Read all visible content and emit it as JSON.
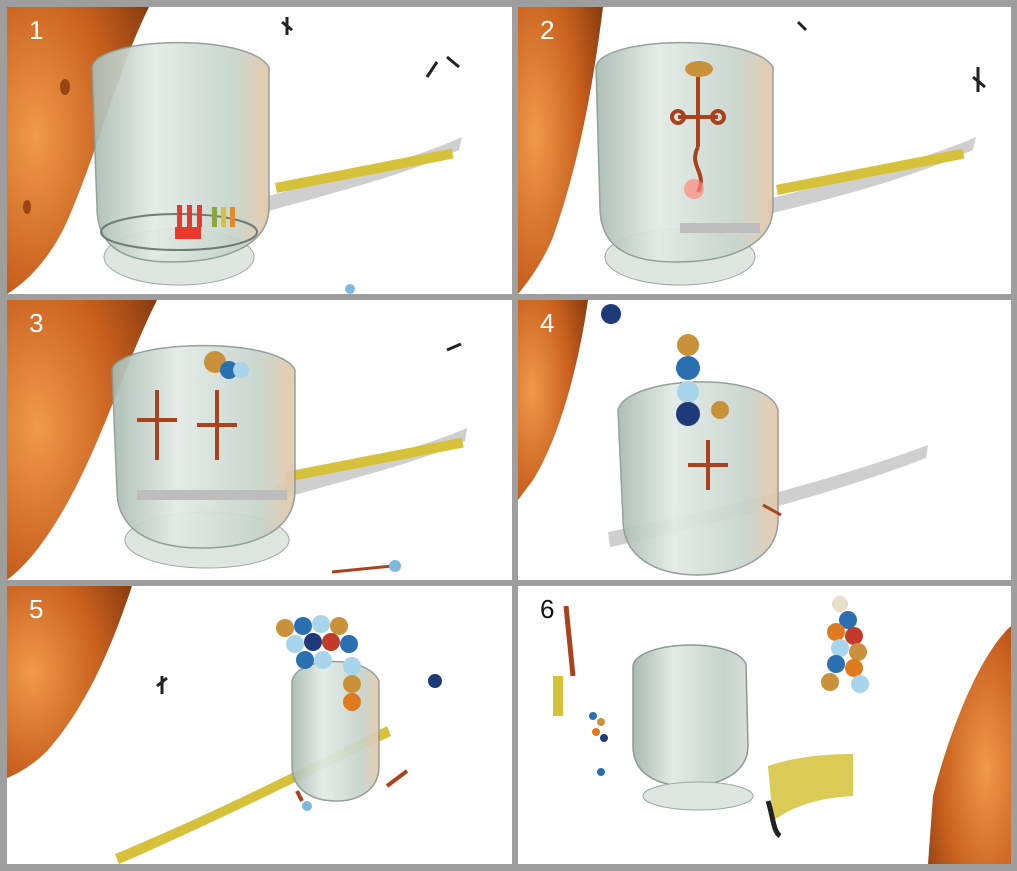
{
  "figure": {
    "panels": [
      {
        "label": "1",
        "label_color": "#ffffff"
      },
      {
        "label": "2",
        "label_color": "#ffffff"
      },
      {
        "label": "3",
        "label_color": "#ffffff"
      },
      {
        "label": "4",
        "label_color": "#ffffff"
      },
      {
        "label": "5",
        "label_color": "#ffffff"
      },
      {
        "label": "6",
        "label_color": "#111111"
      }
    ]
  },
  "colors": {
    "cell": "#c8601e",
    "cell_light": "#e8873a",
    "ribosome_glass": "#c9d6cf",
    "trna": "#a8431e",
    "mrna_yellow": "#d6c23a",
    "mrna_green": "#8aa83a",
    "mrna_orange": "#e08a2a",
    "mrna_backbone": "#d8d8d8",
    "amino_gold": "#c9923a",
    "amino_blue": "#2a6fb0",
    "amino_navy": "#1f3a78",
    "amino_light": "#a8d4ec",
    "amino_orange": "#e07a1e",
    "amino_red": "#c23a2a",
    "highlight_red": "#e83a2a"
  }
}
